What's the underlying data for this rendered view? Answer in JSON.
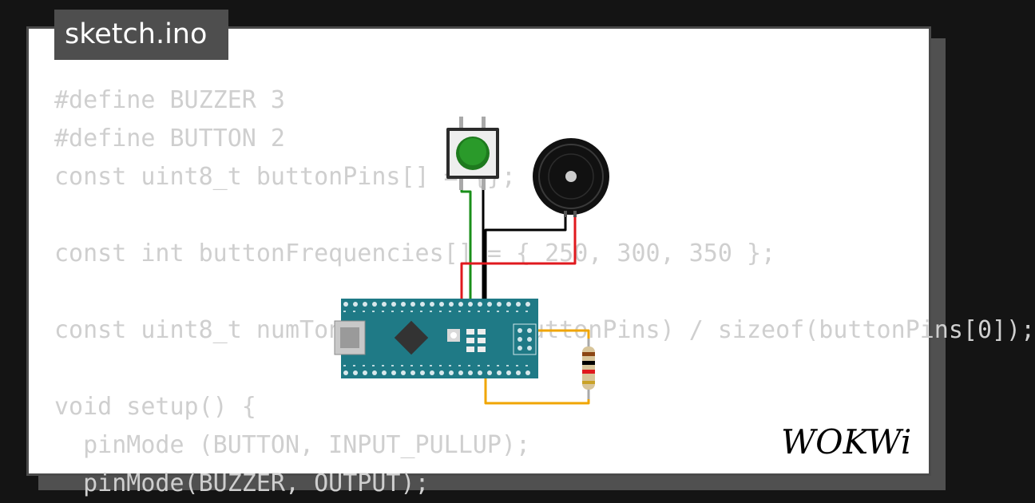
{
  "tab": {
    "label": "sketch.ino"
  },
  "code_lines": [
    "#define BUZZER 3",
    "#define BUTTON 2",
    "const uint8_t buttonPins[] = {};",
    "",
    "const int buttonFrequencies[] = { 250, 300, 350 };",
    "",
    "const uint8_t numTones = sizeof(buttonPins) / sizeof(buttonPins[0]);",
    "",
    "void setup() {",
    "  pinMode (BUTTON, INPUT_PULLUP);",
    "  pinMode(BUZZER, OUTPUT);"
  ],
  "brand": {
    "name": "WOKWi"
  },
  "colors": {
    "background": "#141414",
    "card": "#ffffff",
    "tab": "#4e4e4e",
    "code_text": "#cfcfcf",
    "board": "#1f7a86",
    "wire_red": "#e0191e",
    "wire_green": "#1a8f1a",
    "wire_black": "#000000",
    "wire_orange": "#f0a500",
    "button_cap": "#2a9a2a"
  },
  "components": [
    {
      "name": "arduino-nano",
      "icon": "arduino-nano-icon"
    },
    {
      "name": "pushbutton",
      "icon": "green-pushbutton-icon"
    },
    {
      "name": "buzzer",
      "icon": "piezo-buzzer-icon"
    },
    {
      "name": "resistor",
      "icon": "resistor-icon"
    }
  ]
}
